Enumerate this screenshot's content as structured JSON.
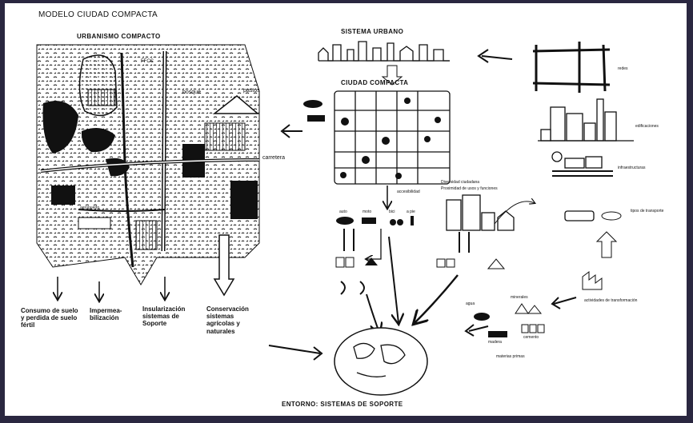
{
  "diagram": {
    "title": "MODELO CIUDAD COMPACTA",
    "left_panel": {
      "heading": "URBANISMO COMPACTO",
      "labels": {
        "ffcc": "FFCC",
        "bosque": "bosque",
        "pastos": "pastos",
        "carretera": "carretera",
        "aeropuerto": "aeropuerto"
      },
      "impacts": [
        "Consumo de suelo y perdida de suelo fértil",
        "Impermea-bilización",
        "Insularización sistemas de Soporte",
        "Conservación sistemas agrícolas y naturales"
      ]
    },
    "center": {
      "sistema_urbano": "SISTEMA URBANO",
      "ciudad_compacta": "CIUDAD COMPACTA",
      "accesibilidad": "accesibilidad",
      "diversity_line1": "Diversidad ciudadana",
      "diversity_line2": "Proximidad de usos y funciones",
      "transport_labels": [
        "auto",
        "moto",
        "bici",
        "a pie"
      ]
    },
    "right_panel": {
      "redes": "redes",
      "edificaciones": "edificaciones",
      "infraestructuras": "infraestructuras",
      "tipos_transporte": "tipos de transporte",
      "actividades": "actividades de transformación",
      "minerales": "minerales",
      "agua": "agua",
      "madera": "madera",
      "cemento": "cemento",
      "materias_primas": "materias primas"
    },
    "footer": "ENTORNO: SISTEMAS DE SOPORTE"
  }
}
